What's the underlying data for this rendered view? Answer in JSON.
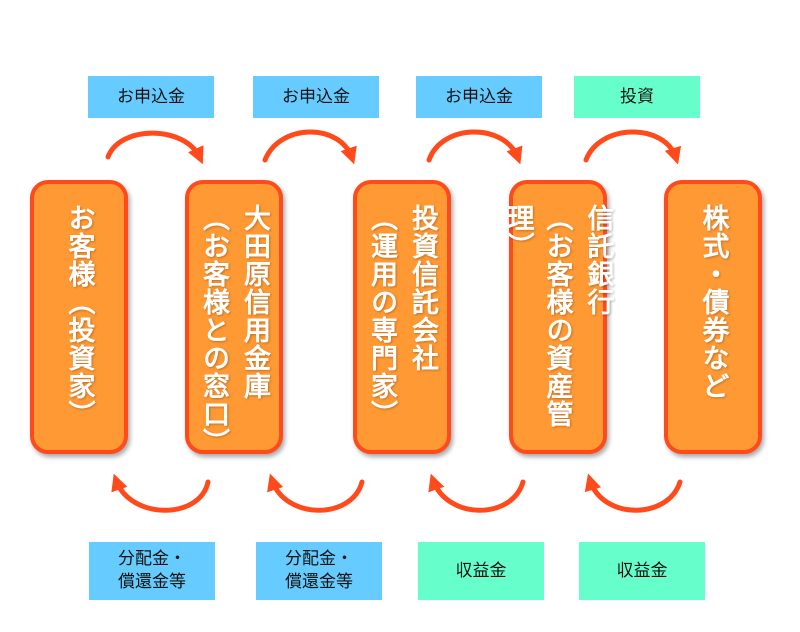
{
  "top_labels": [
    {
      "text": "お申込金",
      "color": "#66ccff"
    },
    {
      "text": "お申込金",
      "color": "#66ccff"
    },
    {
      "text": "お申込金",
      "color": "#66ccff"
    },
    {
      "text": "投資",
      "color": "#66ffcc"
    }
  ],
  "entities": [
    {
      "lines": [
        "お客様（投資家）"
      ]
    },
    {
      "lines": [
        "大田原信用金庫",
        "（お客様との窓口）"
      ]
    },
    {
      "lines": [
        "投資信託会社",
        "（運用の専門家）"
      ]
    },
    {
      "lines": [
        "信託銀行",
        "（お客様の資産管理）"
      ]
    },
    {
      "lines": [
        "株式・債券など"
      ]
    }
  ],
  "bottom_labels": [
    {
      "line1": "分配金・",
      "line2": "償還金等",
      "color": "#66ccff"
    },
    {
      "line1": "分配金・",
      "line2": "償還金等",
      "color": "#66ccff"
    },
    {
      "line1": "収益金",
      "line2": "",
      "color": "#66ffcc"
    },
    {
      "line1": "収益金",
      "line2": "",
      "color": "#66ffcc"
    }
  ],
  "colors": {
    "box_fill": "#ff9933",
    "box_border": "#ff4a1c",
    "arrow": "#ff4a1c"
  }
}
